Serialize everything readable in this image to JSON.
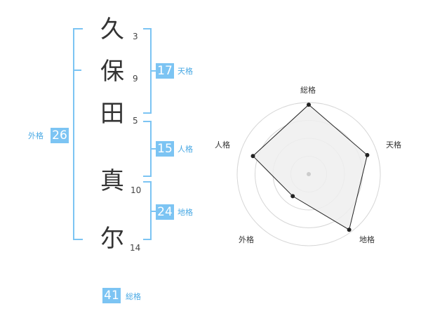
{
  "colors": {
    "accent": "#7cc4f3",
    "label": "#4aa9e4",
    "ink": "#333333"
  },
  "name": {
    "characters": [
      {
        "char": "久",
        "strokes": "3"
      },
      {
        "char": "保",
        "strokes": "9"
      },
      {
        "char": "田",
        "strokes": "5"
      },
      {
        "char": "真",
        "strokes": "10"
      },
      {
        "char": "尔",
        "strokes": "14"
      }
    ]
  },
  "fortune": {
    "tenkaku": {
      "value": "17",
      "label": "天格"
    },
    "jinkaku": {
      "value": "15",
      "label": "人格"
    },
    "chikaku": {
      "value": "24",
      "label": "地格"
    },
    "gaikaku": {
      "value": "26",
      "label": "外格"
    },
    "soukaku": {
      "value": "41",
      "label": "総格"
    }
  },
  "radar": {
    "axes": [
      "総格",
      "天格",
      "地格",
      "外格",
      "人格"
    ],
    "levels": 4,
    "values": [
      0.97,
      0.86,
      0.96,
      0.38,
      0.82
    ],
    "fill": "#eeeeee",
    "stroke": "#222222",
    "ring_color": "#d6d6d6"
  }
}
